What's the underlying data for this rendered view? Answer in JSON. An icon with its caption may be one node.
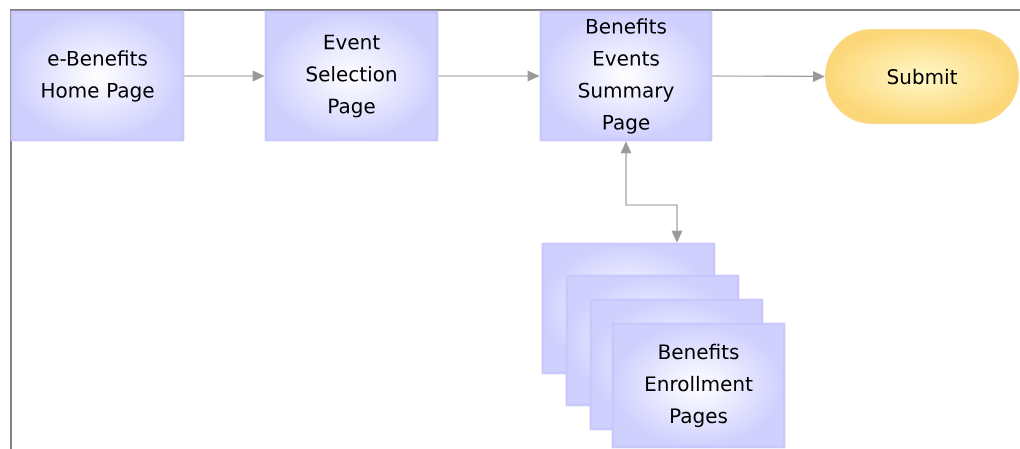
{
  "diagram": {
    "nodes": [
      {
        "text": [
          "e-Benefits Home Page"
        ]
      },
      {
        "text": [
          "Event Selection Page"
        ]
      },
      {
        "text": [
          "Benefits Events Summary Page"
        ]
      },
      {
        "text": [
          "Submit"
        ]
      },
      {
        "text": [],
        "shape": "box"
      },
      {
        "text": [],
        "shape": "box"
      },
      {
        "text": [],
        "shape": "box"
      },
      {
        "text": [
          "Benefits Enrollment Pages"
        ]
      }
    ],
    "edges": [
      {
        "from": 0,
        "to": 1,
        "arrow": "to"
      },
      {
        "from": 1,
        "to": 2,
        "arrow": "to"
      },
      {
        "from": 2,
        "to": 3,
        "arrow": "to"
      },
      {
        "from": 2,
        "to": 4,
        "arrow": "both"
      }
    ]
  }
}
